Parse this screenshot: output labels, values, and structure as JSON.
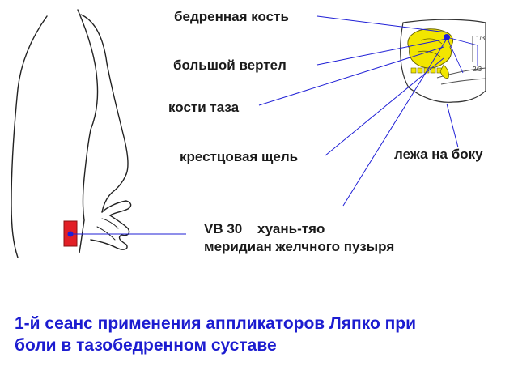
{
  "labels": {
    "femur": "бедренная кость",
    "trochanter": "большой вертел",
    "pelvis": "кости таза",
    "sacral": "крестцовая щель",
    "side": "лежа на боку",
    "point_code": "VB 30",
    "point_name": "хуань-тяо",
    "meridian": "меридиан желчного пузыря"
  },
  "inset_marks": [
    "1/3",
    "2/3"
  ],
  "caption": {
    "line1": "1-й сеанс применения аппликаторов Ляпко при",
    "line2": "боли в тазобедренном суставе"
  },
  "colors": {
    "leader": "#1f1fd6",
    "applicator": "#e21f26",
    "bone": "#f2e600",
    "point": "#1f1fd6",
    "caption": "#1c1cd0"
  }
}
